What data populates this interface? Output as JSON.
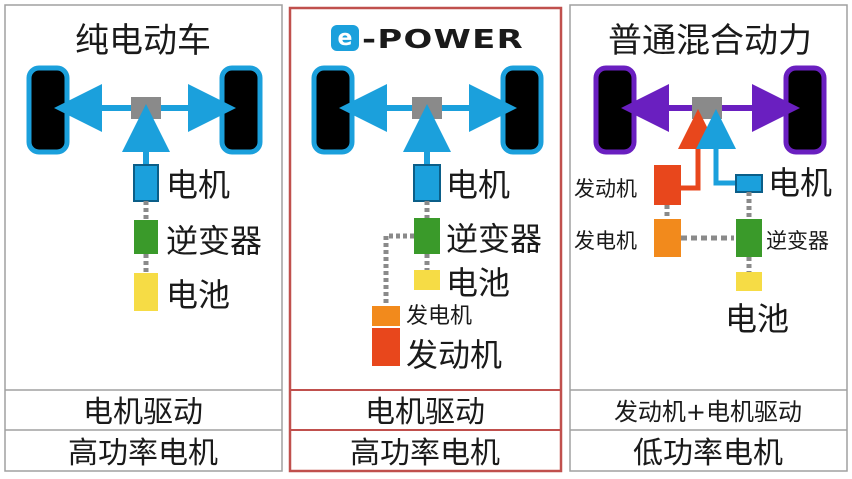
{
  "colors": {
    "blue": "#1ba0dc",
    "purple": "#6a1fc0",
    "red_orange": "#e8471c",
    "orange": "#f28a1c",
    "green": "#3a9a2a",
    "yellow": "#f6dc45",
    "gray": "#8a8a8a",
    "frame_red": "#c0504d",
    "frame_gray": "#a0a0a0"
  },
  "panels": [
    {
      "title": "纯电动车",
      "components": {
        "motor": "电机",
        "inverter": "逆变器",
        "battery": "电池"
      },
      "row1": "电机驱动",
      "row2": "高功率电机"
    },
    {
      "title_logo_e": "e",
      "title_logo_text": "-POWER",
      "components": {
        "motor": "电机",
        "inverter": "逆变器",
        "battery": "电池",
        "generator": "发电机",
        "engine": "发动机"
      },
      "row1": "电机驱动",
      "row2": "高功率电机"
    },
    {
      "title": "普通混合动力",
      "components": {
        "engine": "发动机",
        "motor": "电机",
        "generator": "发电机",
        "inverter": "逆变器",
        "battery": "电池"
      },
      "row1": "发动机+电机驱动",
      "row2": "低功率电机"
    }
  ]
}
